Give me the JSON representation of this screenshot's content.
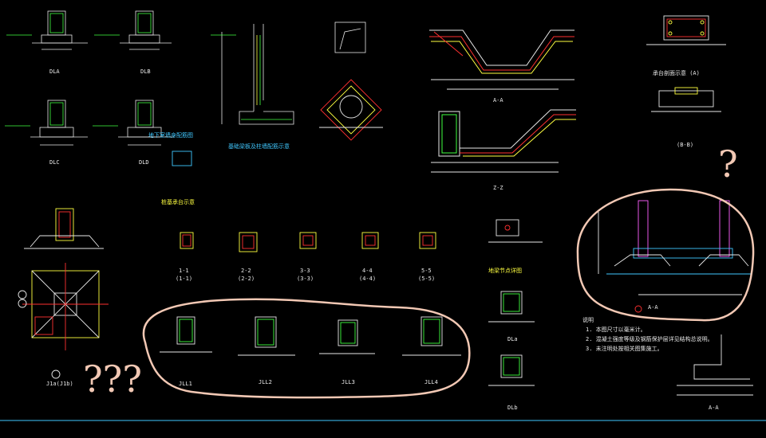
{
  "labels": {
    "top_left": {
      "dla": "DLA",
      "dlb": "DLB",
      "dlc": "DLC",
      "dld": "DLD"
    },
    "top_left_note": "地下室墙身配筋图",
    "wall_note": "基础梁板及柱墙配筋示意",
    "stair_section_a": "A-A",
    "stair_section_b": "Z-Z",
    "top_right_title": "承台剖面示意 (A)",
    "top_right_sub": "(B-B)",
    "column_table_title": "桩基承台示意",
    "column_sections": [
      "1-1",
      "2-2",
      "3-3",
      "4-4",
      "5-5"
    ],
    "column_sub": [
      "(1-1)",
      "(2-2)",
      "(3-3)",
      "(4-4)",
      "(5-5)"
    ],
    "small_detail": "地梁节点详图",
    "dl_side": {
      "a": "DLa",
      "b": "DLb"
    },
    "bottom_sections": [
      "JLL1",
      "JLL2",
      "JLL3",
      "JLL4"
    ],
    "pile_cap": "J1a(J1b)",
    "right_section": "A-A",
    "notes_title": "说明",
    "notes": [
      "1. 本图尺寸以毫米计。",
      "2. 混凝土强度等级及钢筋保护层详见结构总说明。",
      "3. 未注明处按相关图集施工。"
    ]
  },
  "annotations": {
    "question_marks_bottom": "???",
    "question_mark_right": "?"
  },
  "colors": {
    "background": "#000000",
    "line_white": "#e8e8e8",
    "line_green": "#40ff40",
    "line_yellow": "#ffff40",
    "line_red": "#ff3030",
    "line_cyan": "#40c8ff",
    "line_magenta": "#ff60ff",
    "annotation": "#f2c8b4"
  }
}
